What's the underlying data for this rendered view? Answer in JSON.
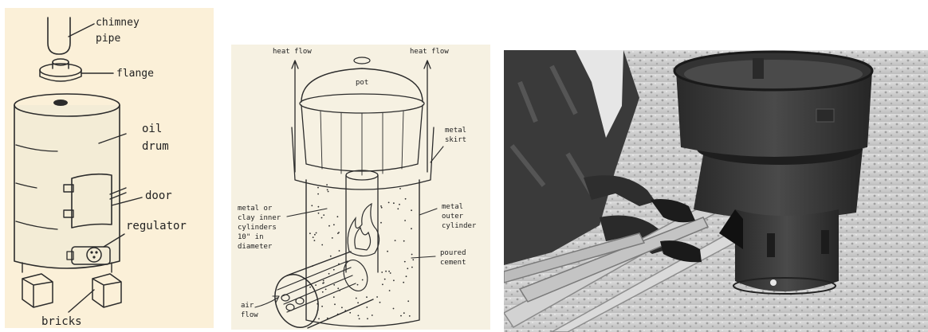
{
  "drum_stove": {
    "labels": {
      "chimney": "chimney",
      "pipe": "pipe",
      "flange": "flange",
      "oil": "oil",
      "drum": "drum",
      "door": "door",
      "regulator": "regulator",
      "bricks": "bricks"
    }
  },
  "rocket_stove": {
    "labels": {
      "heat_flow_left": "heat flow",
      "heat_flow_right": "heat flow",
      "pot": "pot",
      "metal_skirt_1": "metal",
      "metal_skirt_2": "skirt",
      "inner_1": "metal or",
      "inner_2": "clay inner",
      "inner_3": "cylinders",
      "inner_4": "10\" in",
      "inner_5": "diameter",
      "outer_1": "metal",
      "outer_2": "outer",
      "outer_3": "cylinder",
      "cement_1": "poured",
      "cement_2": "cement",
      "air_1": "air",
      "air_2": "flow"
    }
  },
  "colors": {
    "parchment": "#fbf0d8",
    "parchment2": "#f6f1e2",
    "ink": "#2b2b2b",
    "photo_dark": "#2a2a2a",
    "photo_ground": "#cfcfcf"
  }
}
